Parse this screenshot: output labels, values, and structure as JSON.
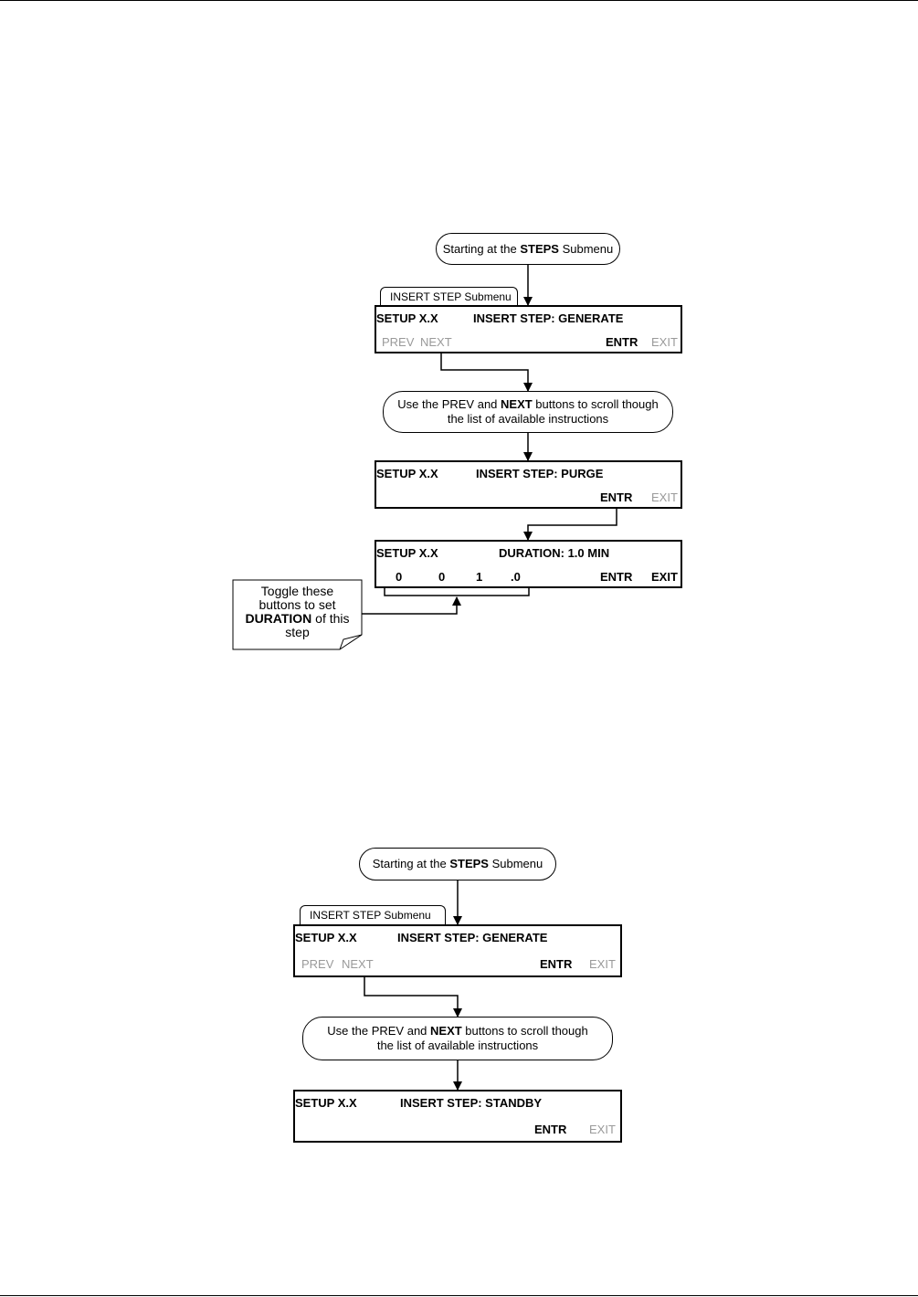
{
  "diagram1": {
    "start": {
      "pre": "Starting at the ",
      "bold": "STEPS",
      "post": " Submenu"
    },
    "tab": "INSERT STEP Submenu",
    "screen1": {
      "left": "SETUP X.X",
      "right": "INSERT STEP: GENERATE",
      "prev": "PREV",
      "next": "NEXT",
      "entr": "ENTR",
      "exit": "EXIT"
    },
    "instruction": {
      "pre": "Use the PREV and  ",
      "bold": "NEXT",
      "post": " buttons to scroll though",
      "line2": "the list of available instructions"
    },
    "screen2": {
      "left": "SETUP X.X",
      "right": "INSERT STEP: PURGE",
      "entr": "ENTR",
      "exit": "EXIT"
    },
    "screen3": {
      "left": "SETUP X.X",
      "right": "DURATION: 1.0 MIN",
      "d1": "0",
      "d2": "0",
      "d3": "1",
      "d4": ".0",
      "entr": "ENTR",
      "exit": "EXIT"
    },
    "note": {
      "line1": "Toggle these",
      "line2": "buttons to set",
      "bold": "DURATION",
      "line3rest": " of this",
      "line4": "step"
    }
  },
  "diagram2": {
    "start": {
      "pre": "Starting at the ",
      "bold": "STEPS",
      "post": " Submenu"
    },
    "tab": "INSERT STEP Submenu",
    "screen1": {
      "left": "SETUP X.X",
      "right": "INSERT STEP: GENERATE",
      "prev": "PREV",
      "next": "NEXT",
      "entr": "ENTR",
      "exit": "EXIT"
    },
    "instruction": {
      "pre": "Use the PREV and  ",
      "bold": "NEXT",
      "post": " buttons to scroll though",
      "line2": "the list of available instructions"
    },
    "screen2": {
      "left": "SETUP X.X",
      "right": "INSERT STEP: STANDBY",
      "entr": "ENTR",
      "exit": "EXIT"
    }
  }
}
